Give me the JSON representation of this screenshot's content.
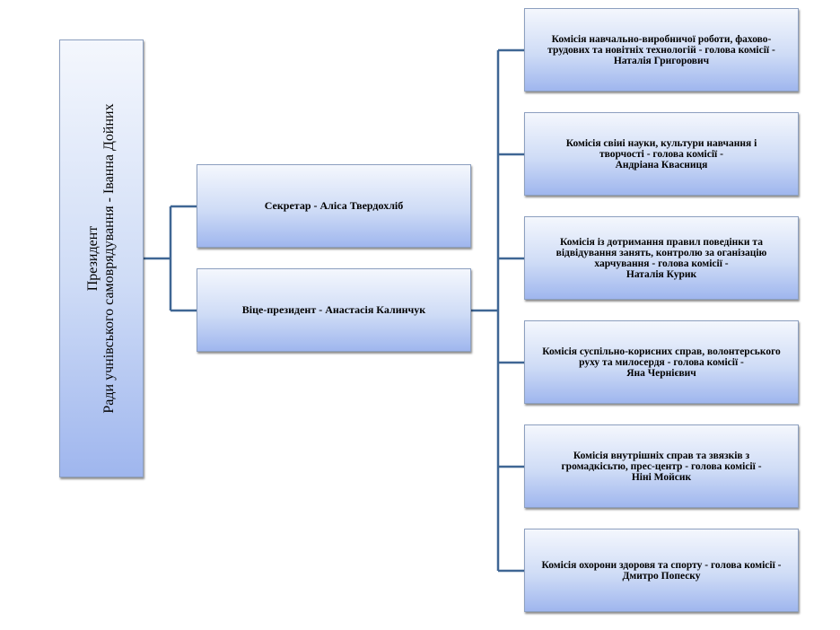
{
  "president": {
    "line1": "Президент",
    "line2": "Ради учнівського самоврядування  - Іванна Дойних"
  },
  "secretary": {
    "label": "Секретар - Аліса Твердохліб"
  },
  "vice_president": {
    "label": "Віце-президент -  Анастасія Калинчук"
  },
  "commissions": [
    {
      "lines": [
        "Комісія навчально-виробничої роботи, фахово-",
        "трудових та новітніх технологій - голова комісії -",
        "Наталія Григорович"
      ]
    },
    {
      "lines": [
        "Комісія свіиі науки, культури навчання і",
        "творчості - голова комісії  -",
        "Андріана Квасниця"
      ]
    },
    {
      "lines": [
        "Комісія із дотримання правил поведінки та",
        "відвідування занять, контролю за оганізацію",
        "харчування - голова комісії -",
        "Наталія Курик"
      ]
    },
    {
      "lines": [
        "Комісія суспільно-корисних справ, волонтерського",
        "руху та милосердя - голова комісії -",
        "Яна Чернієвич"
      ]
    },
    {
      "lines": [
        "Комісія внутрішніх справ та звязків з",
        "громадкісьтю, прес-центр - голова комісії -",
        "Ніні Мойсик"
      ]
    },
    {
      "lines": [
        "Комісія охорони здоровя та спорту - голова комісії -",
        "Дмитро Попеску"
      ]
    }
  ],
  "colors": {
    "connector": "#3f6694"
  }
}
